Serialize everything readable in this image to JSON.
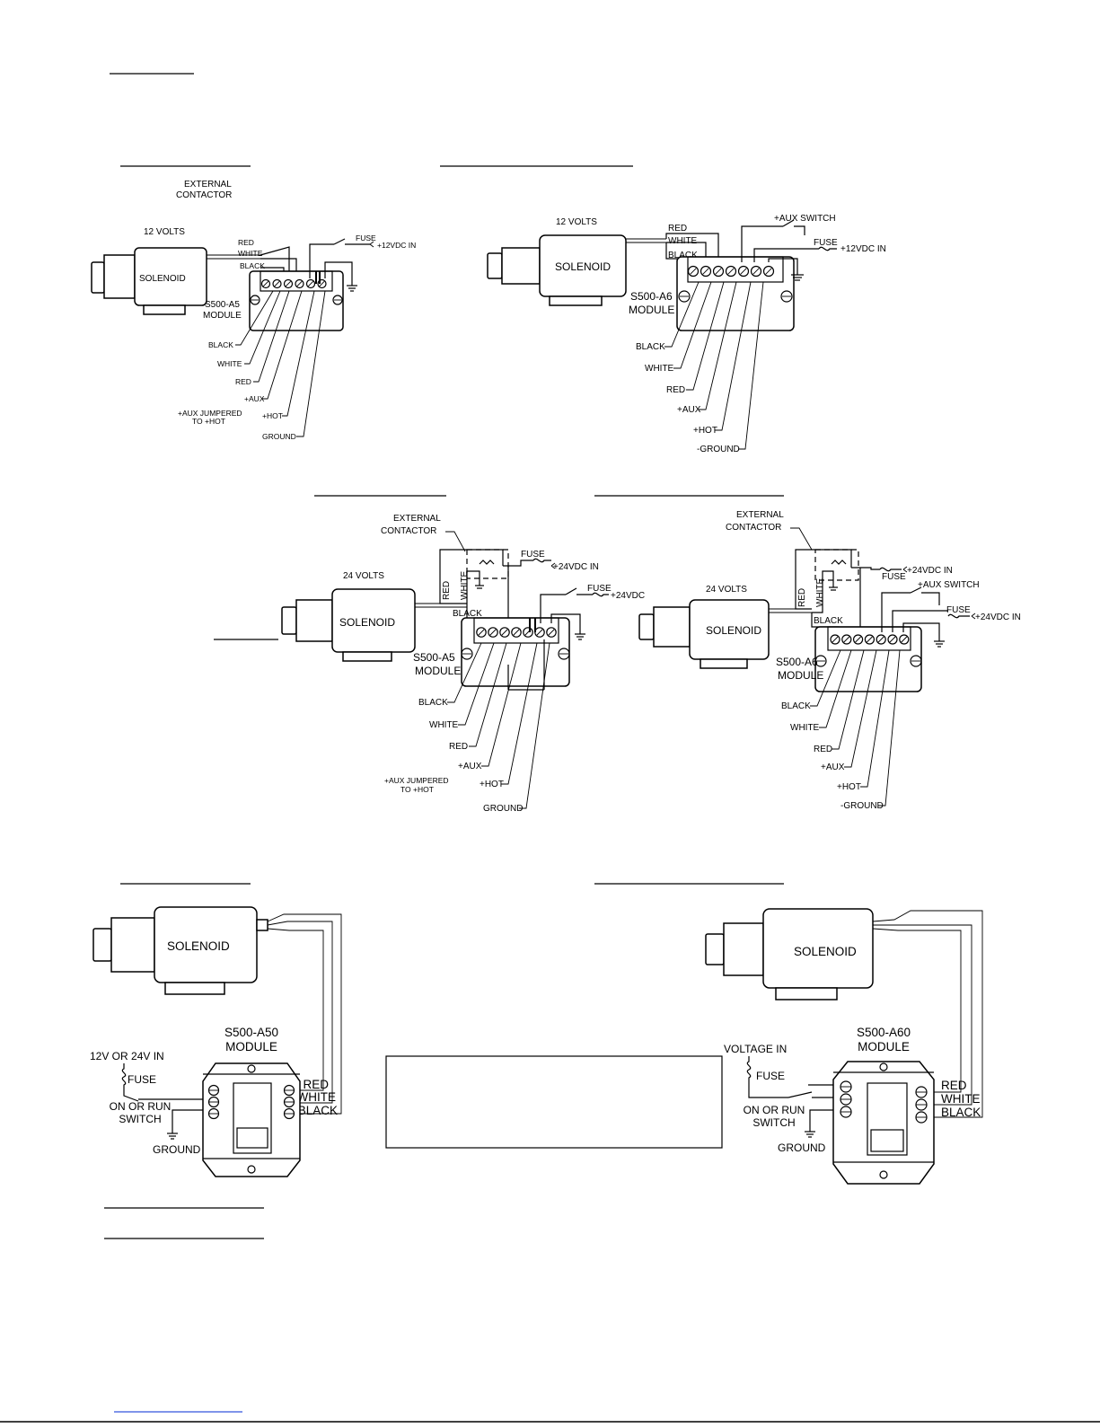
{
  "diagrams": {
    "d1": {
      "volts": "12 VOLTS",
      "external_contactor": "EXTERNAL\nCONTACTOR",
      "solenoid": "SOLENOID",
      "module": "S500-A5\nMODULE",
      "fuse": "FUSE",
      "supply": "+12VDC IN",
      "wires_top": [
        "RED",
        "WHITE",
        "BLACK"
      ],
      "callouts": [
        "BLACK",
        "WHITE",
        "RED",
        "+AUX",
        "+AUX JUMPERED\nTO +HOT",
        "+HOT",
        "GROUND"
      ]
    },
    "d2": {
      "volts": "12 VOLTS",
      "solenoid": "SOLENOID",
      "module": "S500-A6\nMODULE",
      "aux_switch": "+AUX SWITCH",
      "fuse": "FUSE",
      "supply": "+12VDC IN",
      "wires_top": [
        "RED",
        "WHITE",
        "BLACK"
      ],
      "callouts": [
        "BLACK",
        "WHITE",
        "RED",
        "+AUX",
        "+HOT",
        "-GROUND"
      ]
    },
    "d3": {
      "volts": "24 VOLTS",
      "external_contactor": "EXTERNAL\nCONTACTOR",
      "solenoid": "SOLENOID",
      "module": "S500-A5\nMODULE",
      "fuse_a": "FUSE",
      "supply_a": "+24VDC IN",
      "fuse_b": "FUSE",
      "supply_b": "+24VDC",
      "wires": [
        "RED",
        "WHITE",
        "BLACK"
      ],
      "callouts": [
        "BLACK",
        "WHITE",
        "RED",
        "+AUX",
        "+AUX JUMPERED\nTO +HOT",
        "+HOT",
        "GROUND"
      ]
    },
    "d4": {
      "volts": "24 VOLTS",
      "external_contactor": "EXTERNAL\nCONTACTOR",
      "solenoid": "SOLENOID",
      "module": "S500-A6\nMODULE",
      "fuse_a": "FUSE",
      "supply_a": "+24VDC IN",
      "aux_switch": "+AUX SWITCH",
      "fuse_b": "FUSE",
      "supply_b": "+24VDC IN",
      "wires": [
        "RED",
        "WHITE",
        "BLACK"
      ],
      "callouts": [
        "BLACK",
        "WHITE",
        "RED",
        "+AUX",
        "+HOT",
        "-GROUND"
      ]
    },
    "d5": {
      "solenoid": "SOLENOID",
      "module": "S500-A50\nMODULE",
      "voltage_in": "12V OR 24V IN",
      "fuse": "FUSE",
      "switch": "ON OR RUN\nSWITCH",
      "ground": "GROUND",
      "wires": [
        "RED",
        "WHITE",
        "BLACK"
      ]
    },
    "d6": {
      "solenoid": "SOLENOID",
      "module": "S500-A60\nMODULE",
      "voltage_in": "VOLTAGE IN",
      "fuse": "FUSE",
      "switch": "ON OR RUN\nSWITCH",
      "ground": "GROUND",
      "wires": [
        "RED",
        "WHITE",
        "BLACK"
      ]
    }
  }
}
